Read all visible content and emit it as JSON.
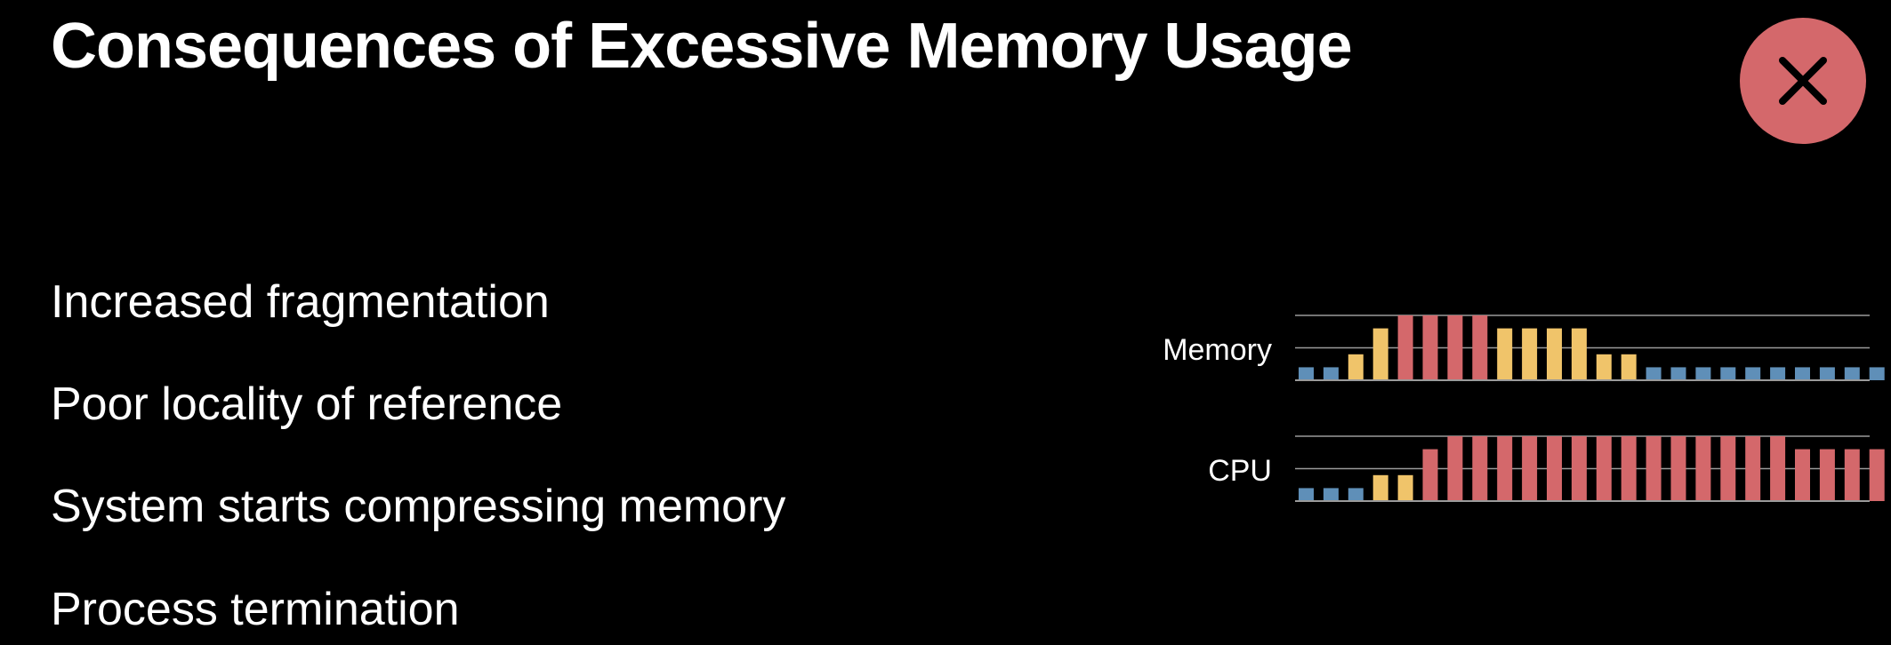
{
  "slide": {
    "title": "Consequences of Excessive Memory Usage",
    "bullets": [
      "Increased fragmentation",
      "Poor locality of reference",
      "System starts compressing memory",
      "Process termination"
    ]
  },
  "close_button": {
    "icon": "close-icon",
    "color": "#d4686b"
  },
  "colors": {
    "background": "#000000",
    "low": "#5f8fb8",
    "medium": "#f0c46a",
    "high": "#d4686b",
    "gridline": "#9a9a9a"
  },
  "chart_data": [
    {
      "type": "bar",
      "name": "Memory",
      "label": "Memory",
      "levels": [
        1,
        1,
        2,
        4,
        5,
        5,
        5,
        5,
        4,
        4,
        4,
        4,
        2,
        2,
        1,
        1,
        1,
        1,
        1,
        1,
        1,
        1,
        1,
        1
      ],
      "level_scale": [
        0,
        5
      ],
      "color_by_level": {
        "1": "low",
        "2": "medium",
        "4": "medium",
        "5": "high"
      }
    },
    {
      "type": "bar",
      "name": "CPU",
      "label": "CPU",
      "levels": [
        1,
        1,
        1,
        2,
        2,
        4,
        5,
        5,
        5,
        5,
        5,
        5,
        5,
        5,
        5,
        5,
        5,
        5,
        5,
        5,
        4,
        4,
        4,
        4
      ],
      "level_scale": [
        0,
        5
      ],
      "color_by_level": {
        "1": "low",
        "2": "medium",
        "4": "high",
        "5": "high"
      }
    }
  ]
}
